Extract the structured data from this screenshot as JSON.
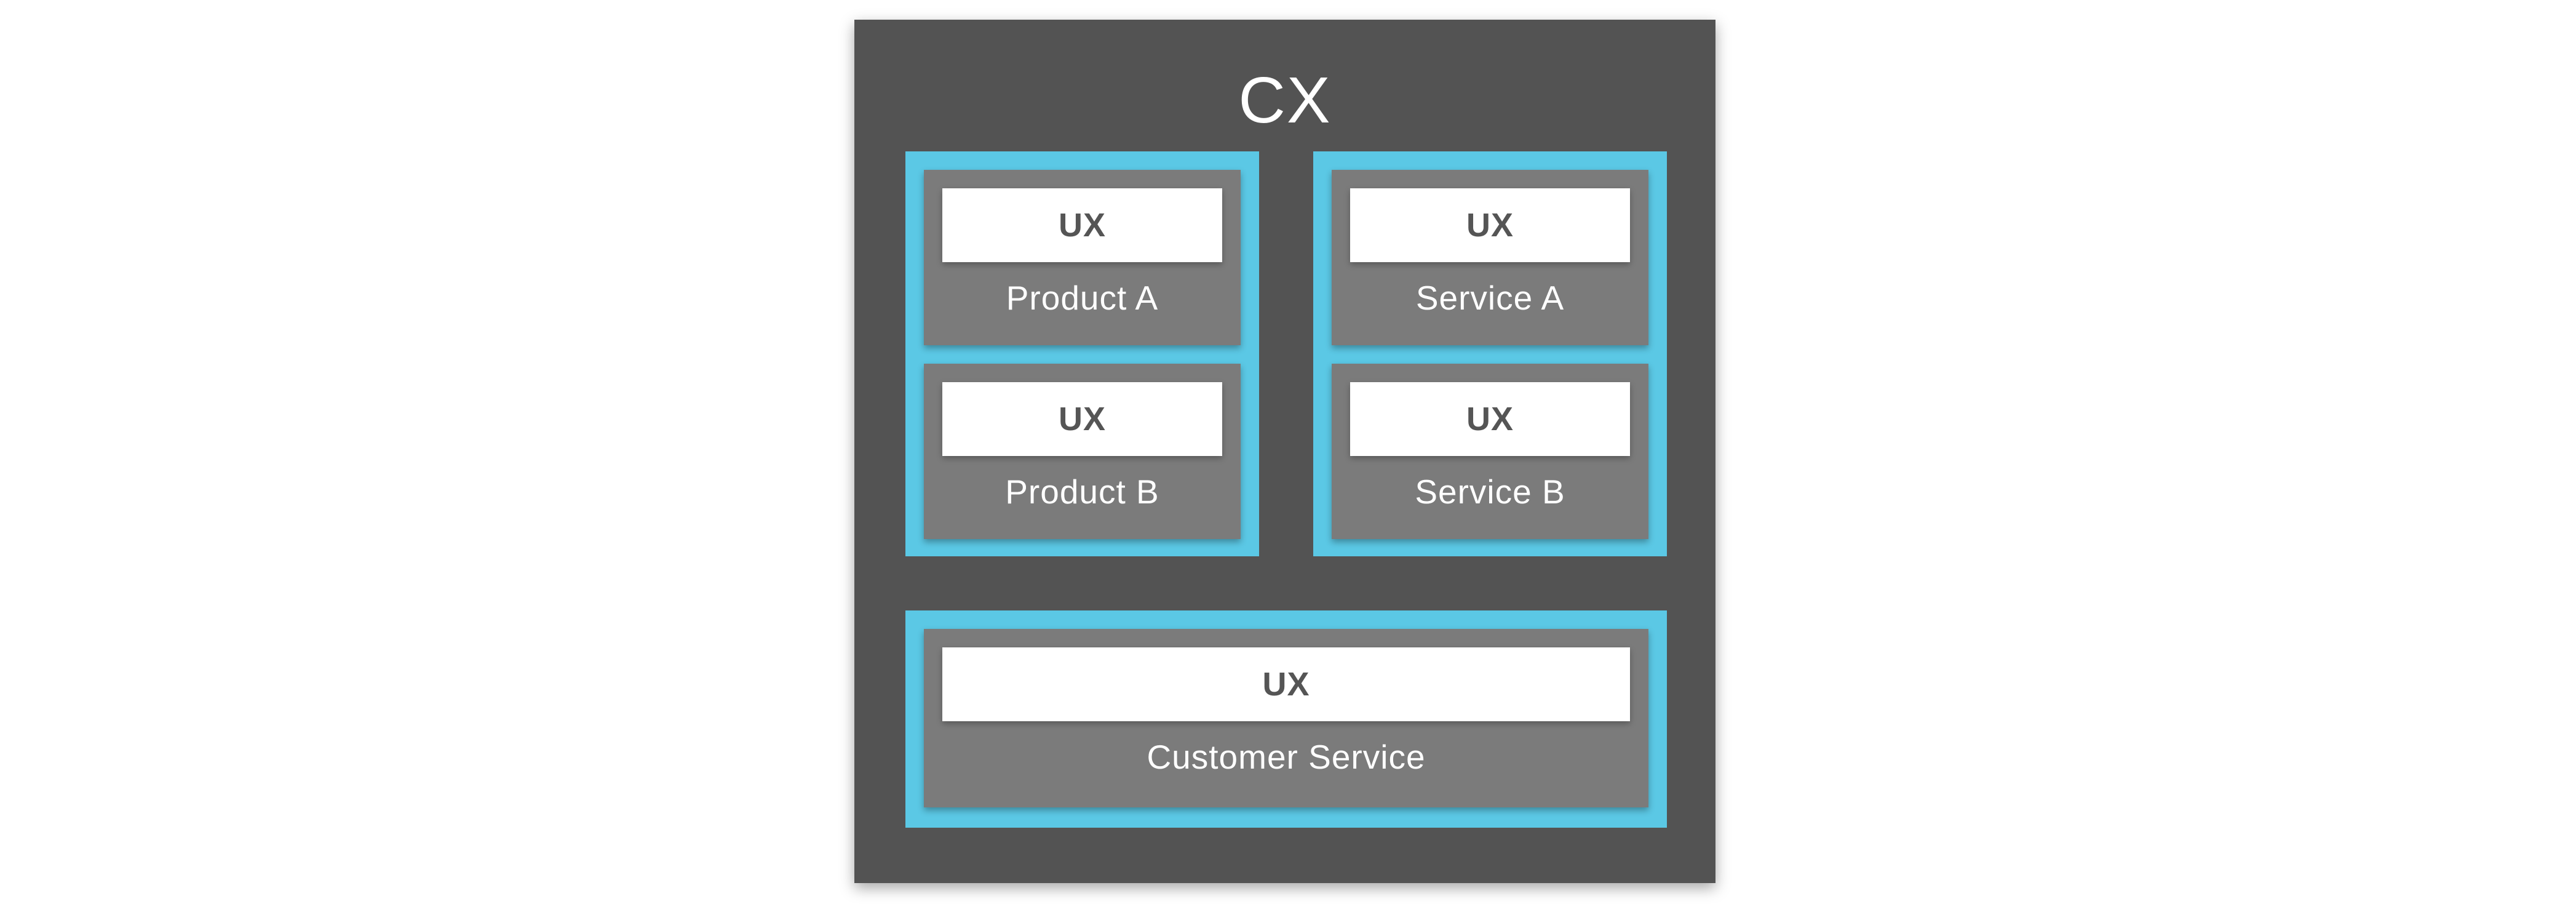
{
  "diagram": {
    "title": "CX",
    "groups": [
      {
        "cards": [
          {
            "ux": "UX",
            "label": "Product A"
          },
          {
            "ux": "UX",
            "label": "Product B"
          }
        ]
      },
      {
        "cards": [
          {
            "ux": "UX",
            "label": "Service A"
          },
          {
            "ux": "UX",
            "label": "Service B"
          }
        ]
      },
      {
        "cards": [
          {
            "ux": "UX",
            "label": "Customer Service"
          }
        ]
      }
    ]
  },
  "colors": {
    "background": "#ffffff",
    "panel": "#535353",
    "group_border": "#5bc8e5",
    "card": "#7b7b7b",
    "ux_bar": "#ffffff",
    "ux_text": "#555555",
    "label_text": "#ffffff"
  }
}
